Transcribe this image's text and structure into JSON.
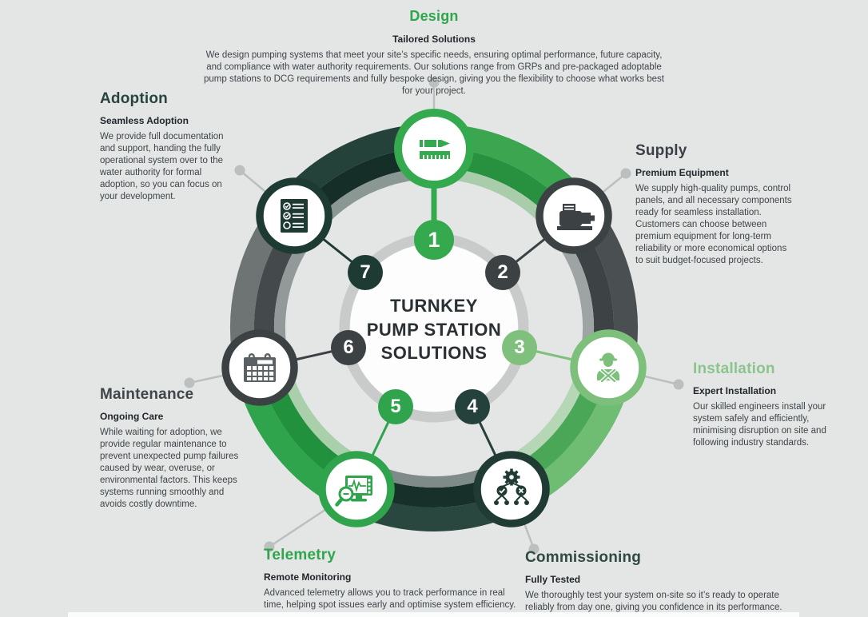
{
  "center": {
    "lines": [
      "TURNKEY",
      "PUMP STATION",
      "SOLUTIONS"
    ]
  },
  "palette": {
    "background": "#E4E6E6",
    "bright_green": "#2FA64C",
    "light_green": "#7FC07C",
    "dark_teal": "#1E3B33",
    "dark_grey": "#3C4144",
    "mid_grey": "#6E7373",
    "leader_grey": "#BCBFBF"
  },
  "steps": [
    {
      "number": "1",
      "title": "Design",
      "subtitle": "Tailored Solutions",
      "icon": "pencil-ruler-icon",
      "accent": "#2FA64C",
      "description": "We design pumping systems that meet your site’s specific needs, ensuring optimal performance, future capacity, and compliance with water authority requirements. Our solutions range from GRPs and pre-packaged adoptable pump stations to DCG requirements and fully bespoke design, giving you the flexibility to choose what works best for your project."
    },
    {
      "number": "2",
      "title": "Supply",
      "subtitle": "Premium Equipment",
      "icon": "pump-motor-icon",
      "accent": "#3C4144",
      "description": "We supply high-quality pumps, control panels, and all necessary components ready for seamless installation. Customers can choose between premium equipment for long-term reliability or more economical options to suit budget-focused projects."
    },
    {
      "number": "3",
      "title": "Installation",
      "subtitle": "Expert Installation",
      "icon": "engineer-icon",
      "accent": "#7FC07C",
      "description": "Our skilled engineers install your system safely and efficiently, minimising disruption on site and following industry standards."
    },
    {
      "number": "4",
      "title": "Commissioning",
      "subtitle": "Fully Tested",
      "icon": "gear-network-icon",
      "accent": "#2F4A42",
      "description": "We thoroughly test your system on-site so it’s ready to operate reliably from day one, giving you confidence in its performance."
    },
    {
      "number": "5",
      "title": "Telemetry",
      "subtitle": "Remote Monitoring",
      "icon": "monitor-telemetry-icon",
      "accent": "#2FA44C",
      "description": "Advanced telemetry allows you to track performance in real time, helping spot issues early and optimise system efficiency."
    },
    {
      "number": "6",
      "title": "Maintenance",
      "subtitle": "Ongoing Care",
      "icon": "calendar-icon",
      "accent": "#3F4549",
      "description": "While waiting for adoption, we provide regular maintenance to prevent unexpected pump failures caused by wear, overuse, or environmental factors. This keeps systems running smoothly and avoids costly downtime."
    },
    {
      "number": "7",
      "title": "Adoption",
      "subtitle": "Seamless Adoption",
      "icon": "checklist-icon",
      "accent": "#2A473F",
      "description": "We provide full documentation and support, handing the fully operational system over to the water authority for formal adoption, so you can focus on your development."
    }
  ]
}
